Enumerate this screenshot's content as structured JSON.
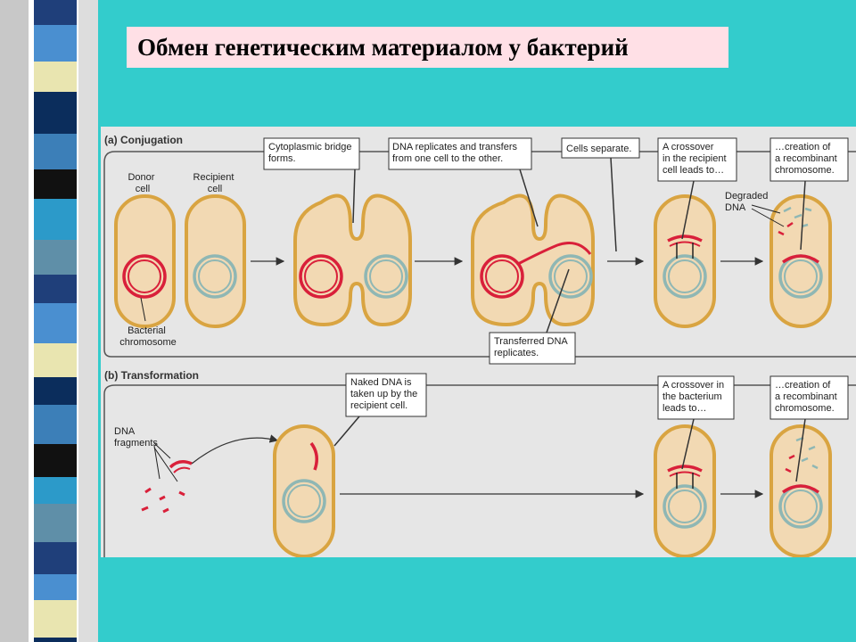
{
  "slide": {
    "title": "Обмен генетическим материалом у бактерий"
  },
  "colors": {
    "background": "#33CCCC",
    "title_bg": "#FFE0E6",
    "cell_fill": "#F2D9B3",
    "cell_outline": "#D9A441",
    "donor_dna": "#D9203A",
    "recipient_dna": "#8FB7B4"
  },
  "diagram": {
    "conjugation": {
      "header": "(a) Conjugation",
      "donor_cell": [
        "Donor",
        "cell"
      ],
      "recipient_cell": [
        "Recipient",
        "cell"
      ],
      "bacterial_chromosome": [
        "Bacterial",
        "chromosome"
      ],
      "callout_bridge": [
        "Cytoplasmic bridge",
        "forms."
      ],
      "callout_replicates": [
        "DNA replicates and transfers",
        "from one cell to the other."
      ],
      "callout_separate": [
        "Cells separate."
      ],
      "callout_crossover": [
        "A crossover",
        "in the recipient",
        "cell leads to…"
      ],
      "callout_creation": [
        "…creation of",
        "a recombinant",
        "chromosome."
      ],
      "degraded_dna": [
        "Degraded",
        "DNA"
      ],
      "callout_transferred": [
        "Transferred DNA",
        "replicates."
      ]
    },
    "transformation": {
      "header": "(b) Transformation",
      "dna_fragments": [
        "DNA",
        "fragments"
      ],
      "callout_naked": [
        "Naked DNA is",
        "taken up by the",
        "recipient cell."
      ],
      "callout_crossover": [
        "A crossover in",
        "the bacterium",
        "leads to…"
      ],
      "callout_creation": [
        "…creation of",
        "a recombinant",
        "chromosome."
      ]
    }
  }
}
